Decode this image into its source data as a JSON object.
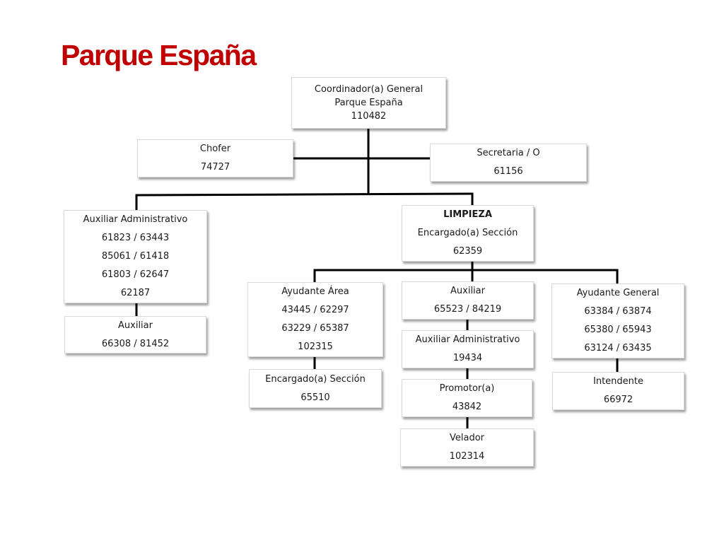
{
  "title": "Parque España",
  "nodes": {
    "coordinador": {
      "lines": [
        "Coordinador(a) General",
        "Parque España",
        "110482"
      ]
    },
    "chofer": {
      "lines": [
        "Chofer",
        "74727"
      ]
    },
    "secretaria": {
      "lines": [
        "Secretaria / O",
        "61156"
      ]
    },
    "aux_admin_left": {
      "lines": [
        "Auxiliar Administrativo",
        "61823 / 63443",
        "85061 / 61418",
        "61803 / 62647",
        "62187"
      ]
    },
    "auxiliar_left": {
      "lines": [
        "Auxiliar",
        "66308 / 81452"
      ]
    },
    "limpieza": {
      "lines": [
        "LIMPIEZA",
        "Encargado(a) Sección",
        "62359"
      ]
    },
    "ayudante_area": {
      "lines": [
        "Ayudante Área",
        "43445 / 62297",
        "63229 / 65387",
        "102315"
      ]
    },
    "encargado_seccion": {
      "lines": [
        "Encargado(a) Sección",
        "65510"
      ]
    },
    "auxiliar_center": {
      "lines": [
        "Auxiliar",
        "65523 / 84219"
      ]
    },
    "aux_admin_center": {
      "lines": [
        "Auxiliar Administrativo",
        "19434"
      ]
    },
    "promotor": {
      "lines": [
        "Promotor(a)",
        "43842"
      ]
    },
    "velador": {
      "lines": [
        "Velador",
        "102314"
      ]
    },
    "ayudante_general": {
      "lines": [
        "Ayudante General",
        "63384 / 63874",
        "65380 / 65943",
        "63124 / 63435"
      ]
    },
    "intendente": {
      "lines": [
        "Intendente",
        "66972"
      ]
    }
  }
}
